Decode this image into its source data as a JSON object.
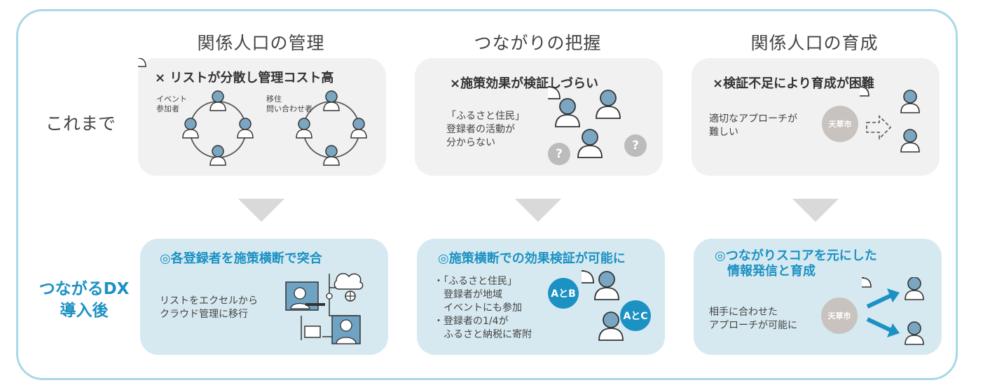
{
  "columns": [
    {
      "title": "関係人口の管理"
    },
    {
      "title": "つながりの把握"
    },
    {
      "title": "関係人口の育成"
    }
  ],
  "rows": {
    "before_label": "これまで",
    "after_label_lines": [
      "つながるDX",
      "導入後"
    ]
  },
  "before": {
    "c1": {
      "title": "× リストが分散し管理コスト高",
      "group_a": [
        "イベント",
        "参加者"
      ],
      "group_b": [
        "移住",
        "問い合わせ者"
      ]
    },
    "c2": {
      "title": "×施策効果が検証しづらい",
      "text": [
        "「ふるさと住民」",
        "登録者の活動が",
        "分からない"
      ],
      "bubble": "?"
    },
    "c3": {
      "title": "×検証不足により育成が困難",
      "text": [
        "適切なアプローチが",
        "難しい"
      ],
      "city": "天草市"
    }
  },
  "after": {
    "c1": {
      "title": "◎各登録者を施策横断で突合",
      "text": [
        "リストをエクセルから",
        "クラウド管理に移行"
      ]
    },
    "c2": {
      "title": "◎施策横断での効果検証が可能に",
      "text": [
        "・「ふるさと住民」",
        "　登録者が地域",
        "　イベントにも参加",
        "・登録者の1/4が",
        "　ふるさと納税に寄附"
      ],
      "bubble1": "AとB",
      "bubble2": "AとC"
    },
    "c3": {
      "title_lines": [
        "◎つながりスコアを元にした",
        "情報発信と育成"
      ],
      "text": [
        "相手に合わせた",
        "アプローチが可能に"
      ],
      "city": "天草市"
    }
  },
  "colors": {
    "accent": "#1b91c4",
    "frame": "#a9d8e6",
    "grey_box": "#f1f1f1",
    "blue_box": "#d6e9f0"
  }
}
